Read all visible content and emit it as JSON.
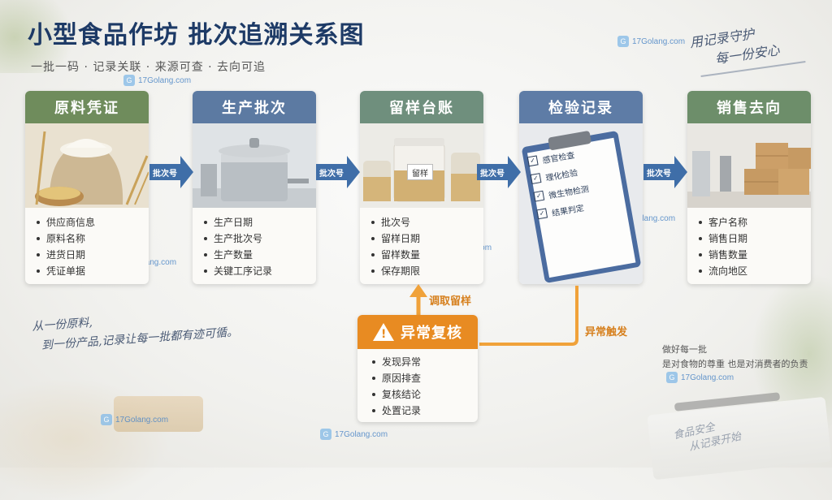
{
  "title": "小型食品作坊  批次追溯关系图",
  "subtitle": "一批一码 · 记录关联 · 来源可查 · 去向可追",
  "slogan": {
    "line1": "用记录守护",
    "line2": "每一份安心"
  },
  "watermark_text": "17Golang.com",
  "cards": [
    {
      "title": "原料凭证",
      "items": [
        "供应商信息",
        "原料名称",
        "进货日期",
        "凭证单据"
      ]
    },
    {
      "title": "生产批次",
      "items": [
        "生产日期",
        "生产批次号",
        "生产数量",
        "关键工序记录"
      ]
    },
    {
      "title": "留样台账",
      "items": [
        "批次号",
        "留样日期",
        "留样数量",
        "保存期限"
      ],
      "jar_label": "留样"
    },
    {
      "title": "检验记录",
      "checklist": [
        "感官检查",
        "理化检验",
        "微生物检测",
        "结果判定"
      ]
    },
    {
      "title": "销售去向",
      "items": [
        "客户名称",
        "销售日期",
        "销售数量",
        "流向地区"
      ]
    }
  ],
  "arrow_label": "批次号",
  "handnote": {
    "line1": "从一份原料,",
    "line2": "到一份产品,记录让每一批都有迹可循。"
  },
  "alert": {
    "title": "异常复核",
    "items": [
      "发现异常",
      "原因排查",
      "复核结论",
      "处置记录"
    ]
  },
  "flow_labels": {
    "retrieve": "调取留样",
    "trigger": "异常触发"
  },
  "footnote": {
    "line1": "做好每一批",
    "line2": "是对食物的尊重  也是对消费者的负责"
  },
  "stamp": {
    "line1": "食品安全",
    "line2": "从记录开始"
  },
  "colors": {
    "title": "#1d3a66",
    "arrow": "#3f6ea8",
    "alert": "#e88b22"
  }
}
